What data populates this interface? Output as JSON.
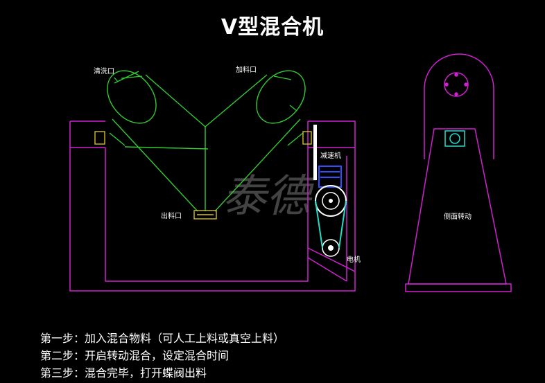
{
  "title": "V型混合机",
  "labels": {
    "wash_port": "清洗口",
    "feed_port": "加料口",
    "reducer": "减速机",
    "outlet": "出料口",
    "motor": "电机",
    "side_rotation": "侧面转动"
  },
  "watermark": "泰德",
  "steps": [
    "第一步：加入混合物料（可人工上料或真空上料）",
    "第二步：开启转动混合，设定混合时间",
    "第三步：混合完毕，打开蝶阀出料"
  ],
  "colors": {
    "background": "#000000",
    "frame": "#d020d0",
    "vessel": "#33cc33",
    "fitting": "#d4c020",
    "motor": "#3050ff",
    "chain": "#22ddcc",
    "text": "#ffffff"
  }
}
